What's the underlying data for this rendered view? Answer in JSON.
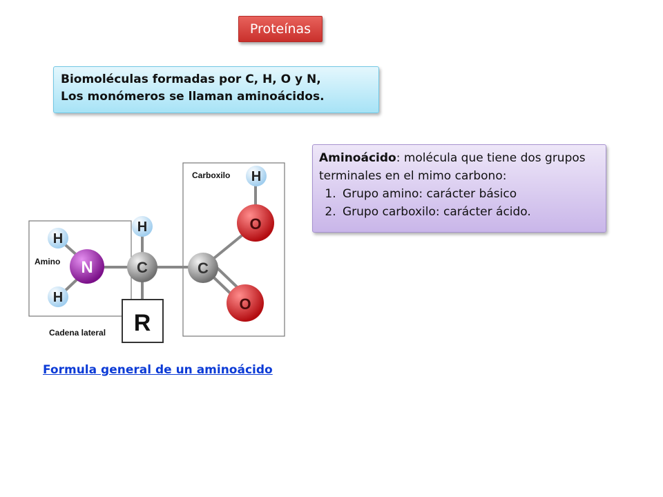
{
  "title": "Proteínas",
  "intro": {
    "line1": "Biomoléculas formadas por C, H, O y N,",
    "line2": "Los monómeros se llaman aminoácidos."
  },
  "definition": {
    "term": "Aminoácido",
    "text": ": molécula que tiene dos grupos terminales en el mimo carbono:",
    "items": [
      "Grupo amino: carácter básico",
      "Grupo carboxilo: carácter ácido."
    ]
  },
  "diagram": {
    "amino_label": "Amino",
    "carboxyl_label": "Carboxilo",
    "side_chain_label": "Cadena lateral",
    "atoms": {
      "h": "H",
      "n": "N",
      "c": "C",
      "o": "O",
      "r": "R"
    }
  },
  "link_text": "Formula general de un aminoácido",
  "colors": {
    "title_bg": "#d9433e",
    "intro_bg": "#bfeafa",
    "definition_bg": "#d8cbee",
    "nitrogen": "#9b1fa8",
    "oxygen": "#d9191c",
    "carbon": "#8a8a8a",
    "hydrogen": "#cfe7f7",
    "link": "#0c3bd6"
  }
}
